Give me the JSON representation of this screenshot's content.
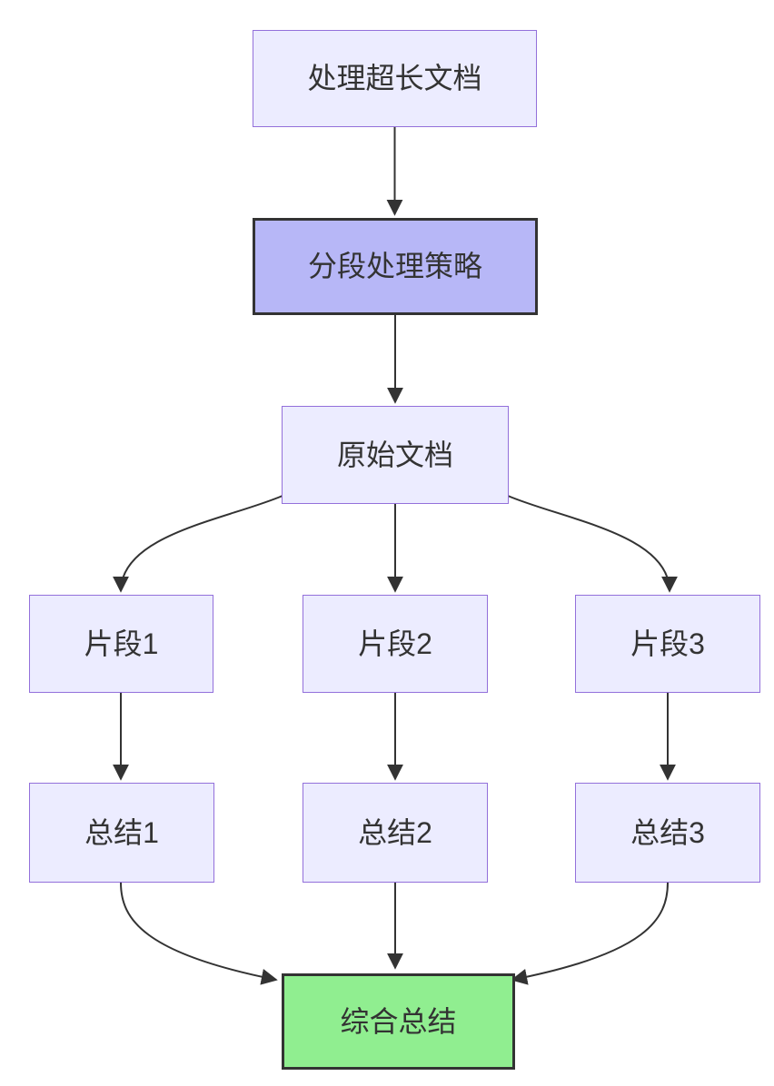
{
  "diagram": {
    "type": "flowchart-top-down",
    "nodes": [
      {
        "id": "A",
        "label": "处理超长文档",
        "type": "default"
      },
      {
        "id": "B",
        "label": "分段处理策略",
        "type": "highlight"
      },
      {
        "id": "C",
        "label": "原始文档",
        "type": "default"
      },
      {
        "id": "D",
        "label": "片段1",
        "type": "default"
      },
      {
        "id": "E",
        "label": "片段2",
        "type": "default"
      },
      {
        "id": "F",
        "label": "片段3",
        "type": "default"
      },
      {
        "id": "G",
        "label": "总结1",
        "type": "default"
      },
      {
        "id": "H",
        "label": "总结2",
        "type": "default"
      },
      {
        "id": "I",
        "label": "总结3",
        "type": "default"
      },
      {
        "id": "J",
        "label": "综合总结",
        "type": "success"
      }
    ],
    "edges": [
      {
        "from": "处理超长文档",
        "to": "分段处理策略"
      },
      {
        "from": "分段处理策略",
        "to": "原始文档"
      },
      {
        "from": "原始文档",
        "to": "片段1"
      },
      {
        "from": "原始文档",
        "to": "片段2"
      },
      {
        "from": "原始文档",
        "to": "片段3"
      },
      {
        "from": "片段1",
        "to": "总结1"
      },
      {
        "from": "片段2",
        "to": "总结2"
      },
      {
        "from": "片段3",
        "to": "总结3"
      },
      {
        "from": "总结1",
        "to": "综合总结"
      },
      {
        "from": "总结2",
        "to": "综合总结"
      },
      {
        "from": "总结3",
        "to": "综合总结"
      }
    ],
    "colors": {
      "background": "#FFFFFF",
      "node_fill": "#ECECFF",
      "node_border": "#9370DB",
      "highlight_fill": "#B7B7F7",
      "highlight_border": "#333333",
      "success_fill": "#90EE90",
      "success_border": "#333333",
      "edge": "#333333",
      "text": "#333333"
    }
  }
}
